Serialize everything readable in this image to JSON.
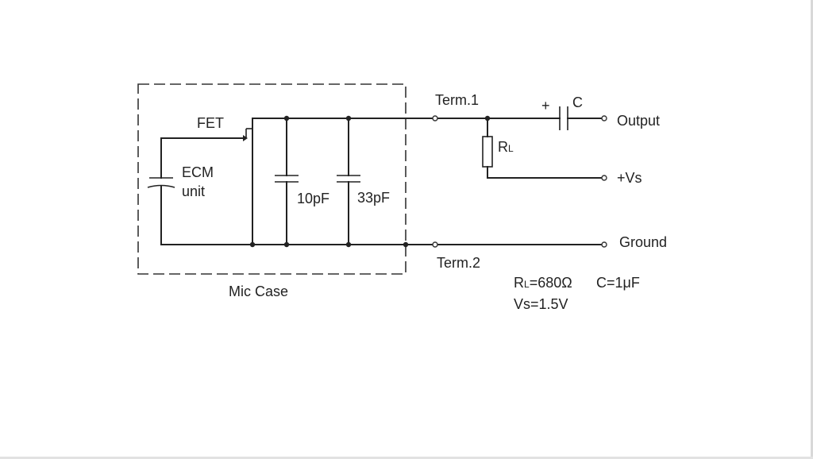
{
  "labels": {
    "fet": "FET",
    "ecm_line1": "ECM",
    "ecm_line2": "unit",
    "cap_10pf": "10pF",
    "cap_33pf": "33pF",
    "mic_case": "Mic Case",
    "term1": "Term.1",
    "term2": "Term.2",
    "cap_plus": "+",
    "cap_c": "C",
    "rl_main": "R",
    "rl_sub": "L",
    "output": "Output",
    "vs": "+Vs",
    "ground": "Ground",
    "spec_rl_main": "R",
    "spec_rl_sub": "L",
    "spec_rl_value": "=680Ω",
    "spec_c": "C=1μF",
    "spec_vs": "Vs=1.5V"
  },
  "colors": {
    "line": "#222222",
    "background": "#ffffff"
  }
}
